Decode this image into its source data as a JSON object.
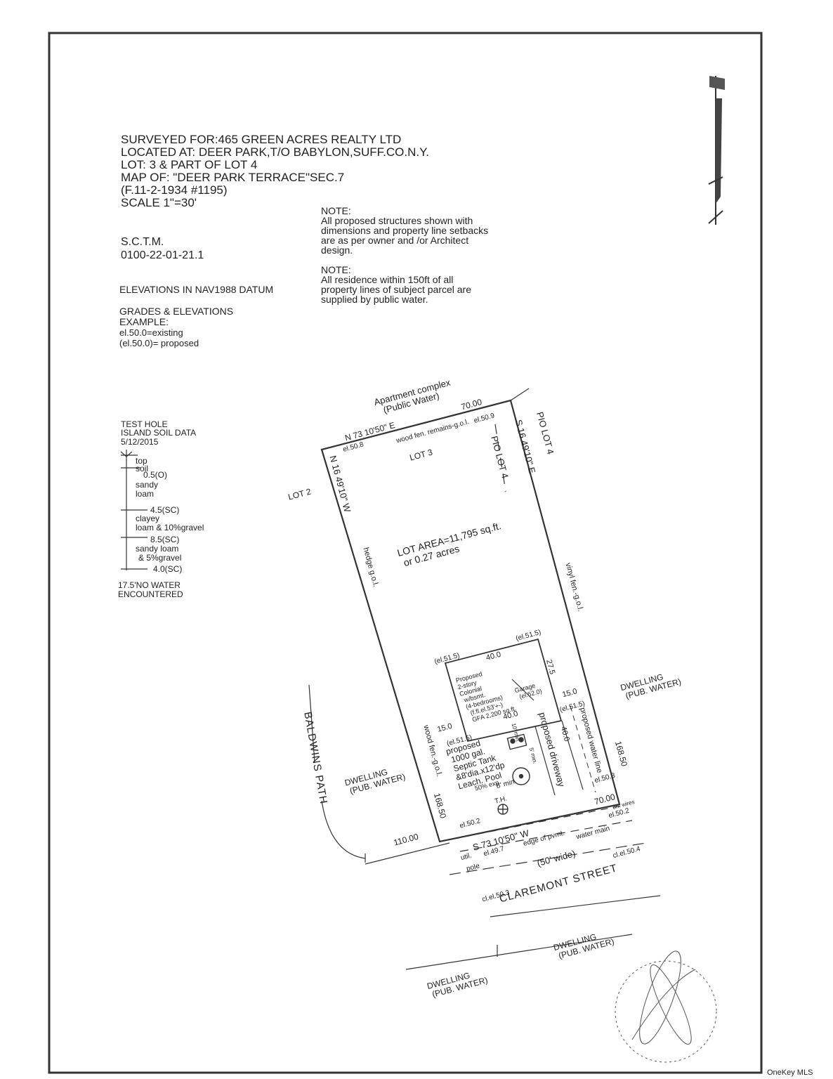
{
  "title_block": {
    "surveyed_for": "SURVEYED FOR:465 GREEN ACRES REALTY LTD",
    "located_at": "LOCATED AT: DEER PARK,T/O BABYLON,SUFF.CO.N.Y.",
    "lot": "LOT: 3 & PART OF LOT 4",
    "map_of": "MAP OF: \"DEER PARK TERRACE\"SEC.7",
    "filed": "(F.11-2-1934 #1195)",
    "scale": "SCALE 1\"=30'",
    "sctm_label": "S.C.T.M.",
    "sctm_number": "0100-22-01-21.1",
    "datum": "ELEVATIONS IN NAV1988 DATUM",
    "grades_line1": "GRADES & ELEVATIONS",
    "grades_line2": "EXAMPLE:",
    "grades_line3": "el.50.0=existing",
    "grades_line4": "(el.50.0)= proposed"
  },
  "notes": {
    "note1_heading": "NOTE:",
    "note1_line1": "All proposed structures shown with",
    "note1_line2": "dimensions and property line setbacks",
    "note1_line3": "are as per owner and /or Architect",
    "note1_line4": "design.",
    "note2_heading": "NOTE:",
    "note2_line1": "All residence within 150ft of all",
    "note2_line2": "property lines of subject parcel are",
    "note2_line3": "supplied by public water."
  },
  "test_hole": {
    "title1": "TEST HOLE",
    "title2": "ISLAND SOIL DATA",
    "date": "5/12/2015",
    "layer1a": "top",
    "layer1b": "soil",
    "depth1": "0.5(O)",
    "layer2a": "sandy",
    "layer2b": "loam",
    "depth2": "4.5(SC)",
    "layer3a": "clayey",
    "layer3b": "loam & 10%gravel",
    "depth3": "8.5(SC)",
    "layer4a": "sandy loam",
    "layer4b": "& 5%gravel",
    "depth4": "4.0(SC)",
    "water1": "17.5'NO WATER",
    "water2": "ENCOUNTERED"
  },
  "plan": {
    "apartment1": "Apartment complex",
    "apartment2": "(Public Water)",
    "top_dim": "70.00",
    "top_bearing": "N 73 10'50\" E",
    "top_fence": "wood fen. remains-g.o.l.",
    "el_nw": "el.50.8",
    "el_ne": "el.50.9",
    "pio_lot4_inner": "PIO LOT 4",
    "pio_lot4_outer": "PIO LOT 4",
    "east_bearing": "S 16 49'10\" E",
    "lot3": "LOT 3",
    "lot2": "LOT 2",
    "west_bearing": "N 16 49'10\" W",
    "area1": "LOT AREA=11,795 sq.ft.",
    "area2": "or 0.27 acres",
    "hedge": "hedge g.o.l.",
    "vinyl": "vinyl fen.-g.o.l.",
    "el_house_ne": "(el.51.5)",
    "el_house_nw": "(el.51.5)",
    "house_w": "40.0",
    "house_d": "27.5",
    "house_l1": "Proposed",
    "house_l2": "2-story",
    "house_l3": "Colonial",
    "house_l4": "w/bsmt.",
    "house_l5": "(4-bedrooms)",
    "house_l6": "(f.fl.el.53'+-)",
    "house_l7": "GFA 2,200 sq.ft.",
    "garage1": "Garage",
    "garage2": "(el.52.0)",
    "house_bottom": "40.0",
    "setback_e": "15.0",
    "setback_w": "15.0",
    "el_drive": "(el.51.5)",
    "el_septic": "(el.51.5)",
    "septic1": "proposed",
    "septic2": "1000 gal.",
    "septic3": "Septic Tank",
    "septic4": "&8'dia.x12'dp",
    "septic5": "Leach. Pool",
    "min10": "10' min.",
    "min5": "5' min.",
    "min8": "8' min.",
    "exp": "50% exp",
    "th": "T.H.",
    "driveway": "proposed driveway",
    "drive_dim": "40.0",
    "water_line": "proposed water line",
    "wood_fence": "wood fen.-g.o.l.",
    "right_dim": "168.50",
    "left_dim": "168.50",
    "el_se": "el.50.3",
    "bottom_dim": "70.00",
    "oh_wires": "oh. wires",
    "el_se2": "el.50.2",
    "el_sw": "el.50.2",
    "bottom_bearing": "S 73 10'50\" W",
    "dist_110": "110.00",
    "pavement": "edge of pvmt.",
    "water_main": "water main",
    "util1": "util.",
    "util2": "pole",
    "el_497": "el.49.7",
    "street_width": "(50' wide)",
    "street_name": "CLAREMONT STREET",
    "cl_504": "cl.el.50.4",
    "cl_503": "cl.el.50.3",
    "dwelling_e1": "DWELLING",
    "dwelling_e2": "(PUB. WATER)",
    "dwelling_w1": "DWELLING",
    "dwelling_w2": "(PUB. WATER)",
    "dwelling_s1a": "DWELLING",
    "dwelling_s1b": "(PUB. WATER)",
    "dwelling_s2a": "DWELLING",
    "dwelling_s2b": "(PUB. WATER)",
    "baldwins": "BALDWINS PATH"
  },
  "watermark": "OneKey MLS",
  "colors": {
    "ink": "#222222",
    "paper": "#ffffff"
  }
}
